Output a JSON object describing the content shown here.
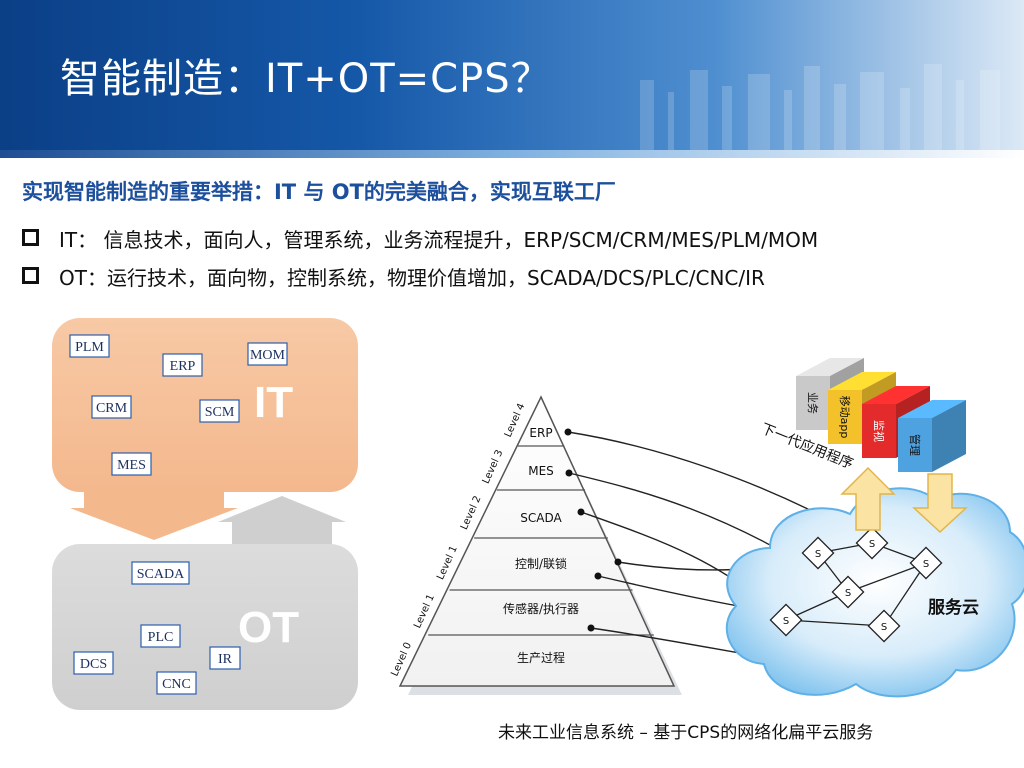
{
  "header": {
    "title": "智能制造：IT+OT=CPS？"
  },
  "subtitle": "实现智能制造的重要举措：IT 与 OT的完美融合，实现互联工厂",
  "bullets": [
    {
      "text": "IT：  信息技术，面向人，管理系统，业务流程提升，ERP/SCM/CRM/MES/PLM/MOM"
    },
    {
      "text": "OT：运行技术，面向物，控制系统，物理价值增加，SCADA/DCS/PLC/CNC/IR"
    }
  ],
  "left_diagram": {
    "it_label": "IT",
    "ot_label": "OT",
    "it_systems": [
      "PLM",
      "ERP",
      "MOM",
      "CRM",
      "SCM",
      "MES"
    ],
    "ot_systems": [
      "SCADA",
      "PLC",
      "IR",
      "DCS",
      "CNC"
    ]
  },
  "pyramid": {
    "levels": [
      {
        "level": "Level 4",
        "name": "ERP"
      },
      {
        "level": "Level 3",
        "name": "MES"
      },
      {
        "level": "Level 2",
        "name": "SCADA"
      },
      {
        "level": "Level 1",
        "name": "控制/联锁"
      },
      {
        "level": "Level 1",
        "name": "传感器/执行器"
      },
      {
        "level": "Level 0",
        "name": "生产过程"
      }
    ]
  },
  "cloud": {
    "label": "服务云",
    "next_gen_label": "下一代应用程序",
    "service_node_label": "S",
    "app_boxes": [
      {
        "label": "业务",
        "color": "#c9c9c9"
      },
      {
        "label": "移动app",
        "color": "#f3c22b"
      },
      {
        "label": "监视",
        "color": "#e32b2b"
      },
      {
        "label": "管理",
        "color": "#4ea2e0"
      }
    ]
  },
  "caption": "未来工业信息系统 – 基于CPS的网络化扁平云服务"
}
